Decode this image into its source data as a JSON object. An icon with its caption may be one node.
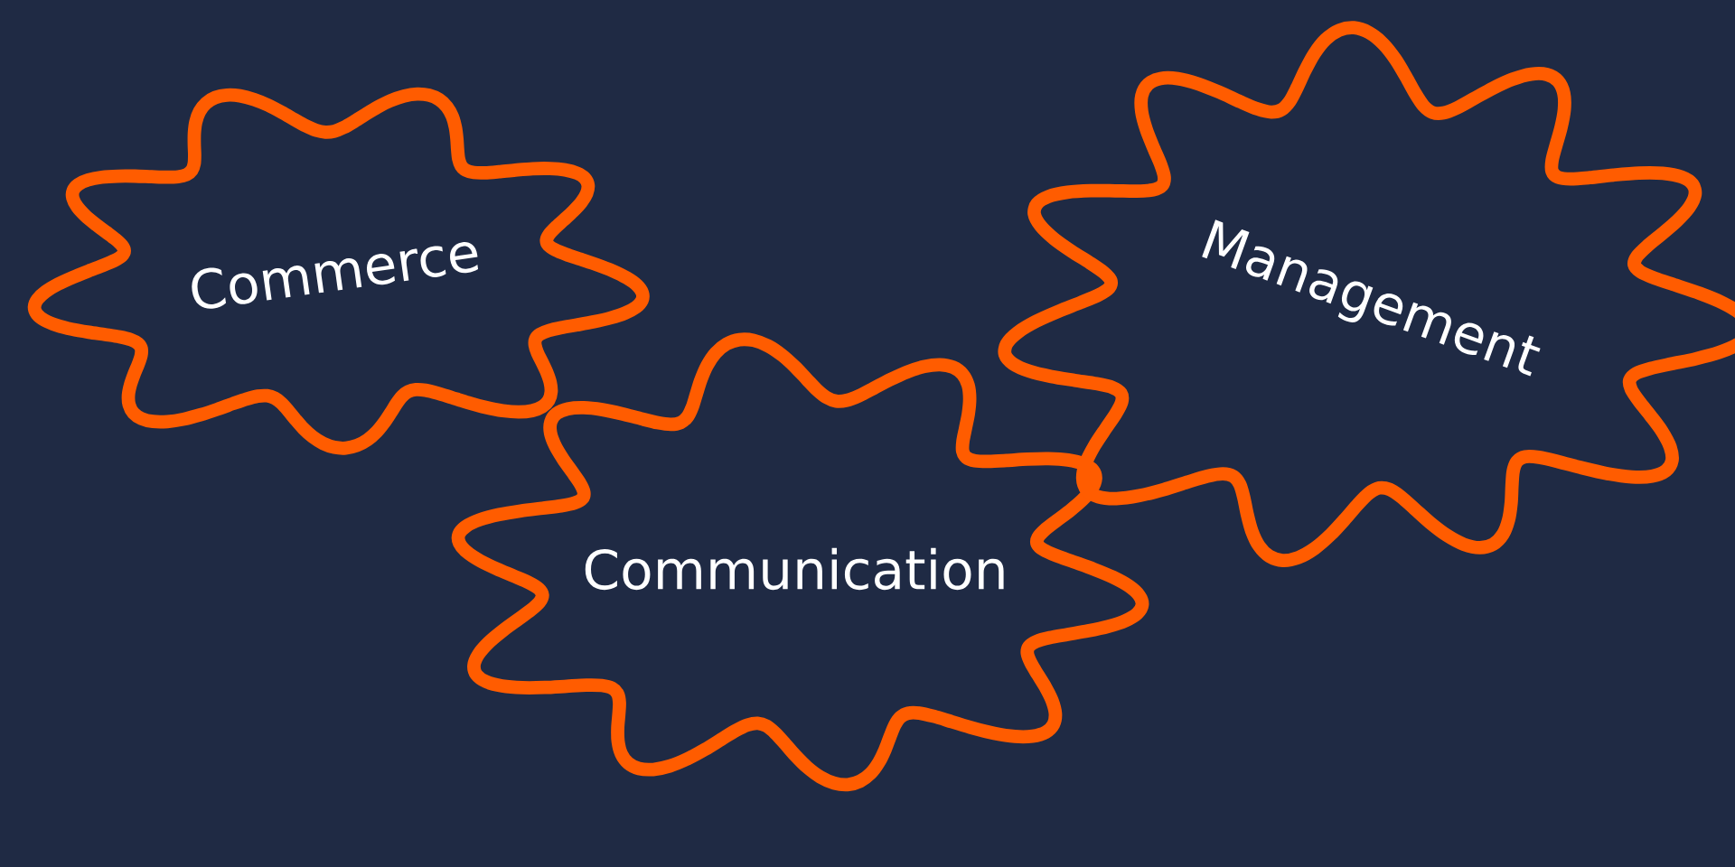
{
  "diagram": {
    "nodes": [
      {
        "text": [
          "Commerce"
        ]
      },
      {
        "text": [
          "Communication"
        ]
      },
      {
        "text": [
          "Management"
        ]
      }
    ]
  }
}
